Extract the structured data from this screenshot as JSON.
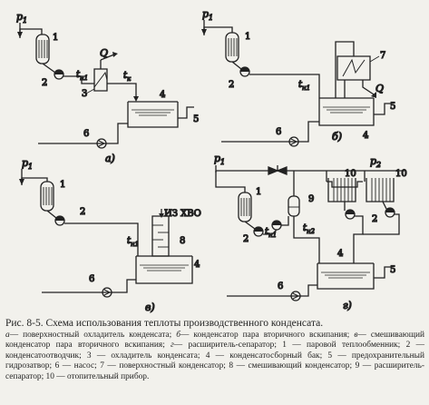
{
  "figure": {
    "panels": [
      {
        "id": "a",
        "label": "а)"
      },
      {
        "id": "b",
        "label": "б)"
      },
      {
        "id": "v",
        "label": "в)"
      },
      {
        "id": "g",
        "label": "г)"
      }
    ],
    "numbers": [
      "1",
      "2",
      "3",
      "4",
      "5",
      "6",
      "7",
      "8",
      "9",
      "10"
    ],
    "symbols": {
      "p1": "p",
      "p1_sub": "1",
      "p2": "p",
      "p2_sub": "2",
      "tn1": "t",
      "tn1_sub": "н1",
      "tn2": "t",
      "tn2_sub": "н2",
      "tk": "t",
      "tk_sub": "к",
      "Q": "Q"
    },
    "hvo_label": "ИЗ ХВО"
  },
  "caption": {
    "prefix": "Рис. 8-5.",
    "title": "Схема использования теплоты производственного конденсата.",
    "items": [
      {
        "key": "а",
        "text": "— поверхностный охладитель конденсата;"
      },
      {
        "key": "б",
        "text": "— конденсатор пара вторичного вскипания;"
      },
      {
        "key": "в",
        "text": "— смешивающий конденсатор пара вторичного вскипания;"
      },
      {
        "key": "г",
        "text": "— расширитель-сепаратор;"
      }
    ],
    "legend": "1 — паровой теплообменник; 2 — конденсатоотводчик; 3 — охладитель конденсата; 4 — конденсатосборный бак; 5 — предохранительный гидрозатвор; 6 — насос; 7 — поверхностный конденсатор; 8 — смешивающий конденсатор; 9 — расширитель-сепаратор; 10 — отопительный прибор."
  }
}
